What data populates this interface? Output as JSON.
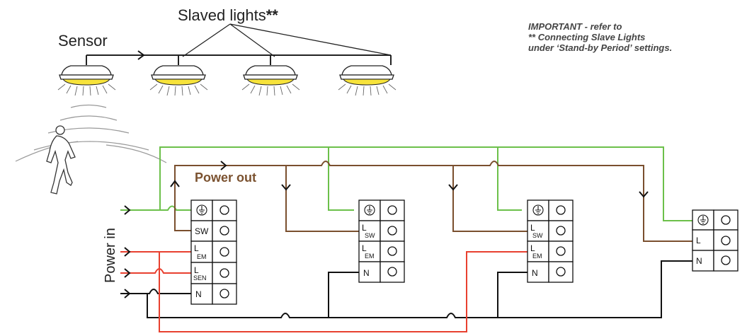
{
  "labels": {
    "sensor": "Sensor",
    "slaved": "Slaved lights",
    "stars": "**",
    "power_out": "Power out",
    "power_in": "Power in"
  },
  "note": {
    "line1": "IMPORTANT - refer to",
    "line2": "** Connecting Slave Lights",
    "line3": "under ‘Stand-by Period’ settings."
  },
  "terminals": {
    "sensor_block": [
      "SW",
      "L",
      "EM",
      "L",
      "SEN",
      "N"
    ],
    "slave_block": [
      "L",
      "SW",
      "L",
      "EM",
      "N"
    ],
    "end_block": [
      "L",
      "N"
    ]
  },
  "colors": {
    "earth": "#6cc04a",
    "switched_live": "#7a4f2e",
    "neutral": "#111111",
    "live": "#e8402f",
    "lamp_yellow": "#f7e33b",
    "power_out_text": "#7b5230"
  },
  "icons": [
    "earth-symbol-icon",
    "screw-terminal-icon",
    "ceiling-light-icon",
    "walking-person-icon",
    "motion-wave-icon",
    "arrow-icon"
  ]
}
